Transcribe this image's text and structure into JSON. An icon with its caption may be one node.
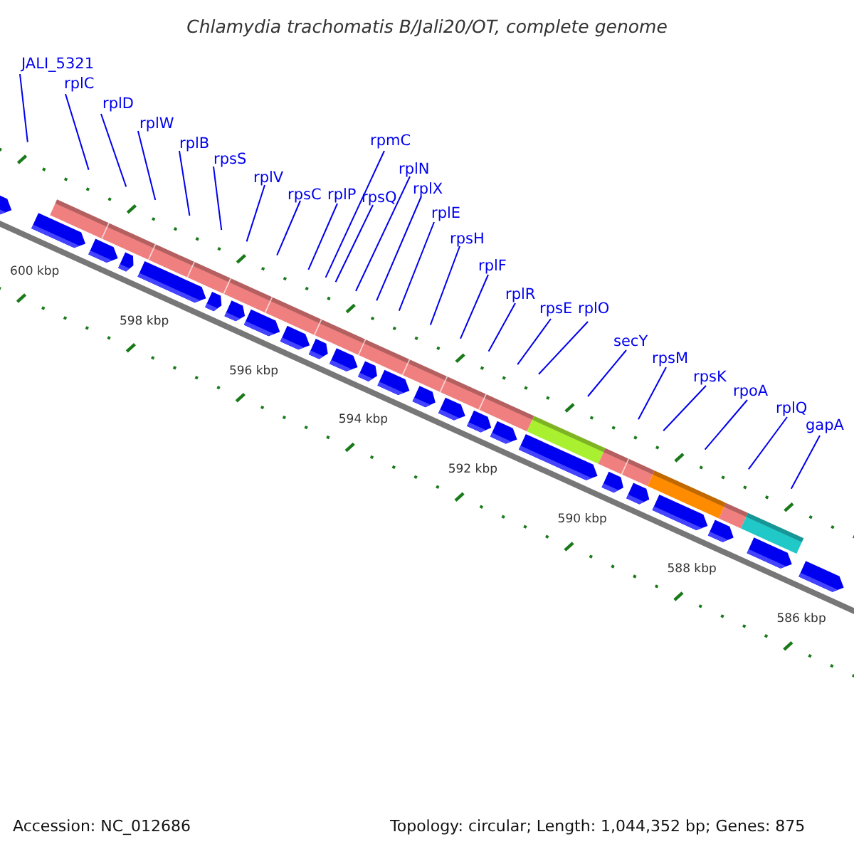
{
  "diagram": {
    "title": "Chlamydia trachomatis B/Jali20/OT, complete genome",
    "nodes": [
      {
        "text": [
          "JALI_5321"
        ]
      },
      {
        "text": [
          "rplC"
        ]
      },
      {
        "text": [
          "rplD"
        ]
      },
      {
        "text": [
          "rplW"
        ]
      },
      {
        "text": [
          "rplB"
        ]
      },
      {
        "text": [
          "rpsS"
        ]
      },
      {
        "text": [
          "rplV"
        ]
      },
      {
        "text": [
          "rpsC"
        ]
      },
      {
        "text": [
          "rplP"
        ]
      },
      {
        "text": [
          "rpsQ"
        ]
      },
      {
        "text": [
          "rpmC"
        ]
      },
      {
        "text": [
          "rplN"
        ]
      },
      {
        "text": [
          "rplX"
        ]
      },
      {
        "text": [
          "rplE"
        ]
      },
      {
        "text": [
          "rpsH"
        ]
      },
      {
        "text": [
          "rplF"
        ]
      },
      {
        "text": [
          "rplR"
        ]
      },
      {
        "text": [
          "rpsE"
        ]
      },
      {
        "text": [
          "rplO"
        ]
      },
      {
        "text": [
          "secY"
        ]
      },
      {
        "text": [
          "rpsM"
        ]
      },
      {
        "text": [
          "rpsK"
        ]
      },
      {
        "text": [
          "rpoA"
        ]
      },
      {
        "text": [
          "rplQ"
        ]
      },
      {
        "text": [
          "gapA"
        ]
      }
    ],
    "edges": [
      {
        "from": 0,
        "to": null,
        "arrow": "none"
      },
      {
        "from": 1,
        "to": null,
        "arrow": "none"
      },
      {
        "from": 2,
        "to": null,
        "arrow": "none"
      },
      {
        "from": 3,
        "to": null,
        "arrow": "none"
      },
      {
        "from": 4,
        "to": null,
        "arrow": "none"
      },
      {
        "from": 5,
        "to": null,
        "arrow": "none"
      },
      {
        "from": 6,
        "to": null,
        "arrow": "none"
      },
      {
        "from": 7,
        "to": null,
        "arrow": "none"
      },
      {
        "from": 8,
        "to": null,
        "arrow": "none"
      },
      {
        "from": 9,
        "to": null,
        "arrow": "none"
      },
      {
        "from": 10,
        "to": null,
        "arrow": "none"
      },
      {
        "from": 11,
        "to": null,
        "arrow": "none"
      },
      {
        "from": 12,
        "to": null,
        "arrow": "none"
      },
      {
        "from": 13,
        "to": null,
        "arrow": "none"
      },
      {
        "from": 14,
        "to": null,
        "arrow": "none"
      },
      {
        "from": 15,
        "to": null,
        "arrow": "none"
      },
      {
        "from": 16,
        "to": null,
        "arrow": "none"
      },
      {
        "from": 17,
        "to": null,
        "arrow": "none"
      },
      {
        "from": 18,
        "to": null,
        "arrow": "none"
      },
      {
        "from": 19,
        "to": null,
        "arrow": "none"
      },
      {
        "from": 20,
        "to": null,
        "arrow": "none"
      },
      {
        "from": 21,
        "to": null,
        "arrow": "none"
      },
      {
        "from": 22,
        "to": null,
        "arrow": "none"
      },
      {
        "from": 23,
        "to": null,
        "arrow": "none"
      },
      {
        "from": 24,
        "to": null,
        "arrow": "none"
      }
    ],
    "labels": [
      "600 kbp",
      "598 kbp",
      "596 kbp",
      "594 kbp",
      "592 kbp",
      "590 kbp",
      "588 kbp",
      "586 kbp",
      "Accession: NC_012686",
      "Topology: circular; Length: 1,044,352 bp; Genes: 875"
    ]
  }
}
